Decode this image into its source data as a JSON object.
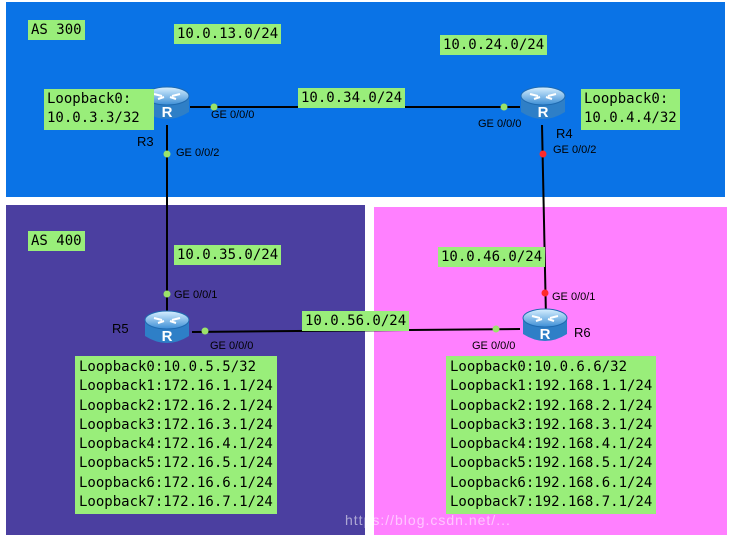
{
  "as_areas": {
    "as300": "AS 300",
    "as400": "AS 400"
  },
  "subnets": {
    "r3_top": "10.0.13.0/24",
    "r4_top": "10.0.24.0/24",
    "r3_r4": "10.0.34.0/24",
    "r3_r5": "10.0.35.0/24",
    "r4_r6": "10.0.46.0/24",
    "r5_r6": "10.0.56.0/24"
  },
  "routers": {
    "r3": {
      "name": "R3",
      "icon_letter": "R",
      "loopback": [
        "Loopback0:",
        "10.0.3.3/32"
      ]
    },
    "r4": {
      "name": "R4",
      "icon_letter": "R",
      "loopback": [
        "Loopback0:",
        "10.0.4.4/32"
      ]
    },
    "r5": {
      "name": "R5",
      "icon_letter": "R",
      "loopbacks": [
        "Loopback0:10.0.5.5/32",
        "Loopback1:172.16.1.1/24",
        "Loopback2:172.16.2.1/24",
        "Loopback3:172.16.3.1/24",
        "Loopback4:172.16.4.1/24",
        "Loopback5:172.16.5.1/24",
        "Loopback6:172.16.6.1/24",
        "Loopback7:172.16.7.1/24"
      ]
    },
    "r6": {
      "name": "R6",
      "icon_letter": "R",
      "loopbacks": [
        "Loopback0:10.0.6.6/32",
        "Loopback1:192.168.1.1/24",
        "Loopback2:192.168.2.1/24",
        "Loopback3:192.168.3.1/24",
        "Loopback4:192.168.4.1/24",
        "Loopback5:192.168.5.1/24",
        "Loopback6:192.168.6.1/24",
        "Loopback7:192.168.7.1/24"
      ]
    }
  },
  "ports": {
    "r3_ge000": "GE 0/0/0",
    "r3_ge002": "GE 0/0/2",
    "r4_ge000": "GE 0/0/0",
    "r4_ge002": "GE 0/0/2",
    "r5_ge001": "GE 0/0/1",
    "r5_ge000": "GE 0/0/0",
    "r6_ge001": "GE 0/0/1",
    "r6_ge000": "GE 0/0/0"
  },
  "colors": {
    "as300": "#0a73e6",
    "as400": "#4b3fa0",
    "as500": "#ff80ff",
    "label_bg": "#99ee7a",
    "port_up": "#9be36a",
    "port_down": "#ff2a2a"
  },
  "watermark": "https://blog.csdn.net/..."
}
